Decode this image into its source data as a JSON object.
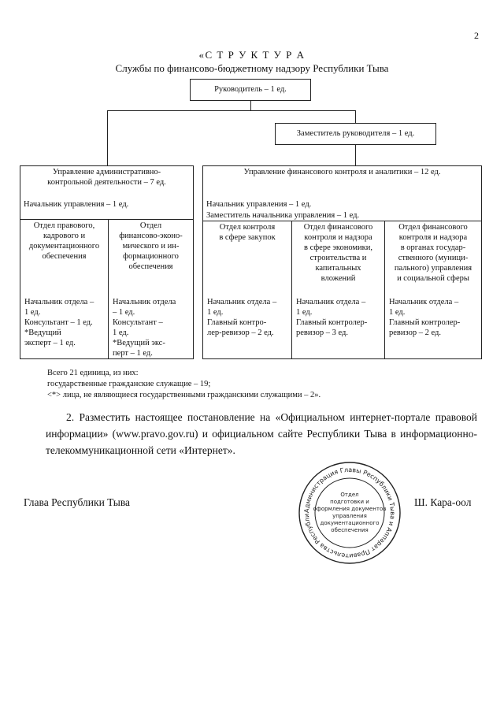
{
  "page_number": "2",
  "title_line1": "«С Т Р У К Т У Р А",
  "title_line2": "Службы по финансово-бюджетному надзору Республики Тыва",
  "head": "Руководитель – 1 ед.",
  "deputy": "Заместитель руководителя – 1 ед.",
  "left_dept": {
    "title1": "Управление административно-",
    "title2": "контрольной деятельности – 7 ед.",
    "head": "Начальник управления – 1 ед.",
    "sections": [
      {
        "name": [
          "Отдел правового,",
          "кадрового и",
          "документационного",
          "обеспечения"
        ],
        "staff": [
          "Начальник отдела –",
          "1 ед.",
          "Консультант – 1 ед.",
          "*Ведущий",
          "эксперт – 1 ед."
        ]
      },
      {
        "name": [
          "Отдел",
          "финансово-эконо-",
          "мического и ин-",
          "формационного",
          "обеспечения"
        ],
        "staff": [
          "Начальник отдела",
          "– 1 ед.",
          "Консультант –",
          "1 ед.",
          "*Ведущий экс-",
          "перт – 1 ед."
        ]
      }
    ]
  },
  "right_dept": {
    "title": "Управление финансового контроля и аналитики  – 12 ед.",
    "head1": "Начальник управления – 1 ед.",
    "head2": "Заместитель начальника управления – 1 ед.",
    "sections": [
      {
        "name": [
          "Отдел контроля",
          "в сфере закупок"
        ],
        "staff": [
          "Начальник отдела –",
          "1 ед.",
          "Главный контро-",
          "лер-ревизор – 2 ед."
        ]
      },
      {
        "name": [
          "Отдел финансового",
          "контроля и надзора",
          "в сфере экономики,",
          "строительства и",
          "капитальных",
          "вложений"
        ],
        "staff": [
          "Начальник отдела –",
          "1 ед.",
          "Главный контролер-",
          "ревизор – 3 ед."
        ]
      },
      {
        "name": [
          "Отдел финансового",
          "контроля и надзора",
          "в органах государ-",
          "ственного (муници-",
          "пального) управления",
          "и социальной сферы"
        ],
        "staff": [
          "Начальник отдела –",
          "1 ед.",
          "Главный контролер-",
          "ревизор – 2 ед."
        ]
      }
    ]
  },
  "notes": [
    "Всего 21 единица, из них:",
    "государственные гражданские служащие – 19;",
    "<*> лица, не являющиеся государственными гражданскими служащими – 2»."
  ],
  "paragraph": "2. Разместить настоящее постановление на «Официальном интернет-портале правовой информации» (www.pravo.gov.ru) и официальном сайте Республики Тыва в информационно-телекоммуникационной сети «Интернет».",
  "signature_title": "Глава Республики Тыва",
  "signature_name": "Ш. Кара-оол",
  "stamp": {
    "ring_text": "Администрация Главы Республики Тыва и Аппарат Правительства Республики Тыва",
    "center": [
      "Отдел",
      "подготовки и",
      "оформления документов",
      "управления",
      "документационного",
      "обеспечения"
    ]
  }
}
